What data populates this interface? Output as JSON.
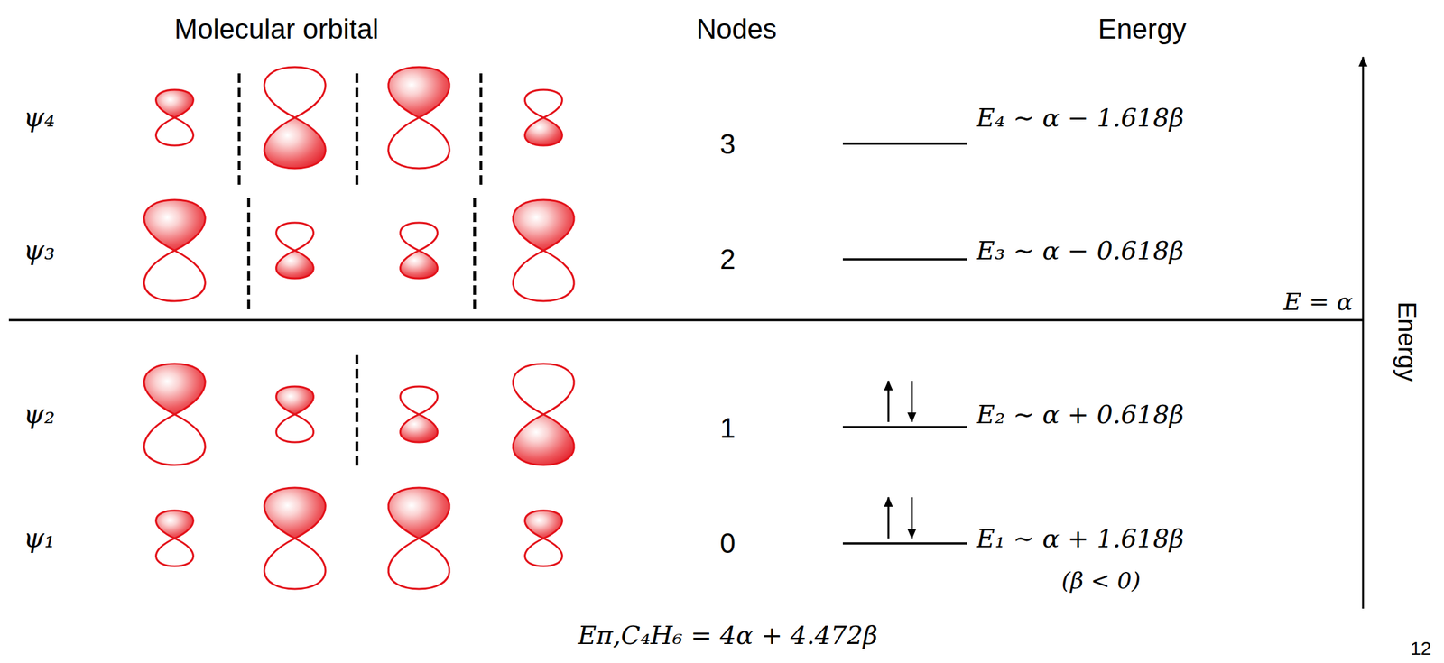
{
  "diagram": {
    "labels": [
      "Molecular orbital",
      "Nodes",
      "Energy",
      "ψ₄",
      "3",
      "E₄ ∼ α − 1.618β",
      "ψ₃",
      "2",
      "E₃ ∼ α − 0.618β",
      "E = α",
      "Energy",
      "ψ₂",
      "1",
      "E₂ ∼ α + 0.618β",
      "ψ₁",
      "0",
      "E₁ ∼ α + 1.618β",
      "(β < 0)",
      "Eπ,C₄H₆ = 4α + 4.472β",
      "12"
    ]
  }
}
